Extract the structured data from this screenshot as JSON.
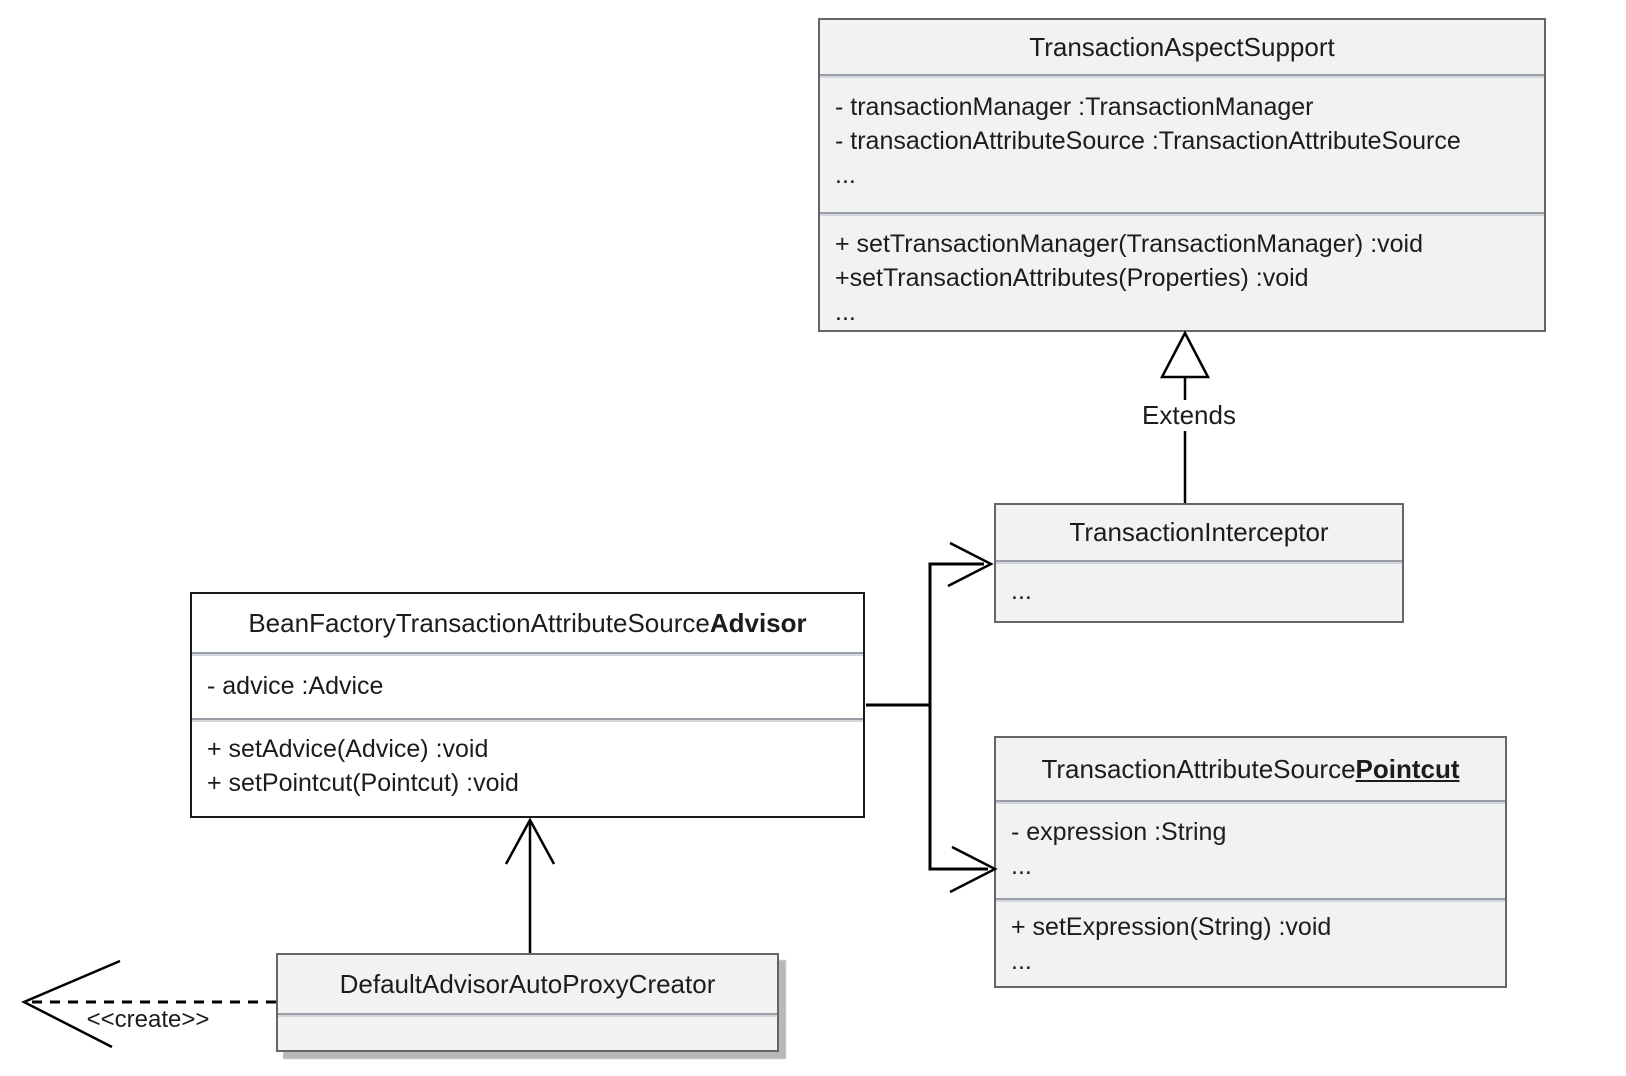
{
  "diagram": {
    "type": "uml-class-diagram",
    "labels": {
      "extends": "Extends",
      "create": "<<create>>"
    },
    "classes": {
      "transactionAspectSupport": {
        "title": "TransactionAspectSupport",
        "attributes": [
          "- transactionManager :TransactionManager",
          "- transactionAttributeSource :TransactionAttributeSource",
          "..."
        ],
        "methods": [
          "+ setTransactionManager(TransactionManager) :void",
          "+setTransactionAttributes(Properties) :void",
          "..."
        ]
      },
      "transactionInterceptor": {
        "title": "TransactionInterceptor",
        "body": [
          "..."
        ]
      },
      "beanFactoryTransactionAttributeSourceAdvisor": {
        "title_regular": "BeanFactoryTransactionAttributeSource",
        "title_bold": "Advisor",
        "attributes": [
          "- advice :Advice"
        ],
        "methods": [
          "+ setAdvice(Advice) :void",
          "+ setPointcut(Pointcut) :void"
        ]
      },
      "transactionAttributeSourcePointcut": {
        "title_regular": "TransactionAttributeSource",
        "title_bold": "Pointcut",
        "attributes": [
          "- expression :String",
          "..."
        ],
        "methods": [
          "+ setExpression(String) :void",
          "..."
        ]
      },
      "defaultAdvisorAutoProxyCreator": {
        "title": "DefaultAdvisorAutoProxyCreator"
      }
    },
    "colors": {
      "box_fill": "#f2f2f2",
      "box_border": "#666666",
      "highlight_box_fill": "#ffffff",
      "highlight_box_border": "#1a1a1a",
      "separator": "#999ea6",
      "connector": "#000000",
      "text": "#1c1c1c",
      "shadow": "#b8b8b8"
    }
  }
}
